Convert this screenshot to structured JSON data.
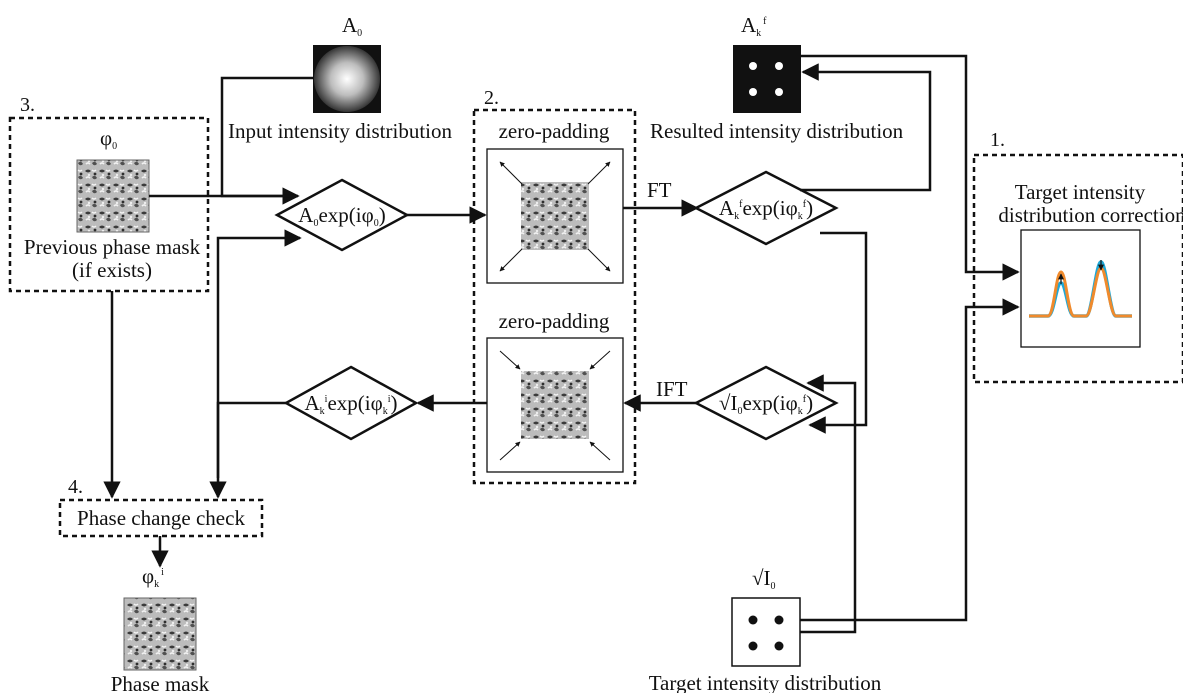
{
  "steps": {
    "one": "1.",
    "two": "2.",
    "three": "3.",
    "four": "4."
  },
  "labels": {
    "a0_title": "A",
    "a0_sub": "0",
    "input_intensity": "Input intensity distribution",
    "ak_title": "A",
    "ak_sub": "k",
    "ak_sup": "f",
    "resulted_intensity": "Resulted intensity distribution",
    "phi0_title": "φ",
    "phi0_sub": "0",
    "prev_mask_line1": "Previous phase mask",
    "prev_mask_line2": "(if exists)",
    "zero_padding_top": "zero-padding",
    "zero_padding_bottom": "zero-padding",
    "ft": "FT",
    "ift": "IFT",
    "target_corr_line1": "Target intensity",
    "target_corr_line2": "distribution correction",
    "phase_change_check": "Phase change check",
    "phik_title": "φ",
    "phik_sub": "k",
    "phik_sup": "i",
    "phase_mask": "Phase mask",
    "sqrt_i0_title": "√I",
    "sqrt_i0_sub": "0",
    "target_intensity": "Target intensity distribution"
  },
  "diamonds": {
    "d1": {
      "a": "A",
      "a_sub": "0",
      "mid": "exp(iφ",
      "mid_sub": "0",
      "end": ")"
    },
    "d2": {
      "a": "A",
      "a_sub": "k",
      "a_sup": "f",
      "mid": "exp(iφ",
      "mid_sub": "k",
      "mid_sup": "f",
      "end": ")"
    },
    "d3": {
      "a": "A",
      "a_sub": "k",
      "a_sup": "i",
      "mid": "exp(iφ",
      "mid_sub": "k",
      "mid_sup": "i",
      "end": ")"
    },
    "d4": {
      "a": "√I",
      "a_sub": "0",
      "mid": "exp(iφ",
      "mid_sub": "k",
      "mid_sup": "f",
      "end": ")"
    }
  },
  "colors": {
    "line": "#111111",
    "curve_orange": "#f08a2c",
    "curve_blue": "#1fa7d6"
  }
}
